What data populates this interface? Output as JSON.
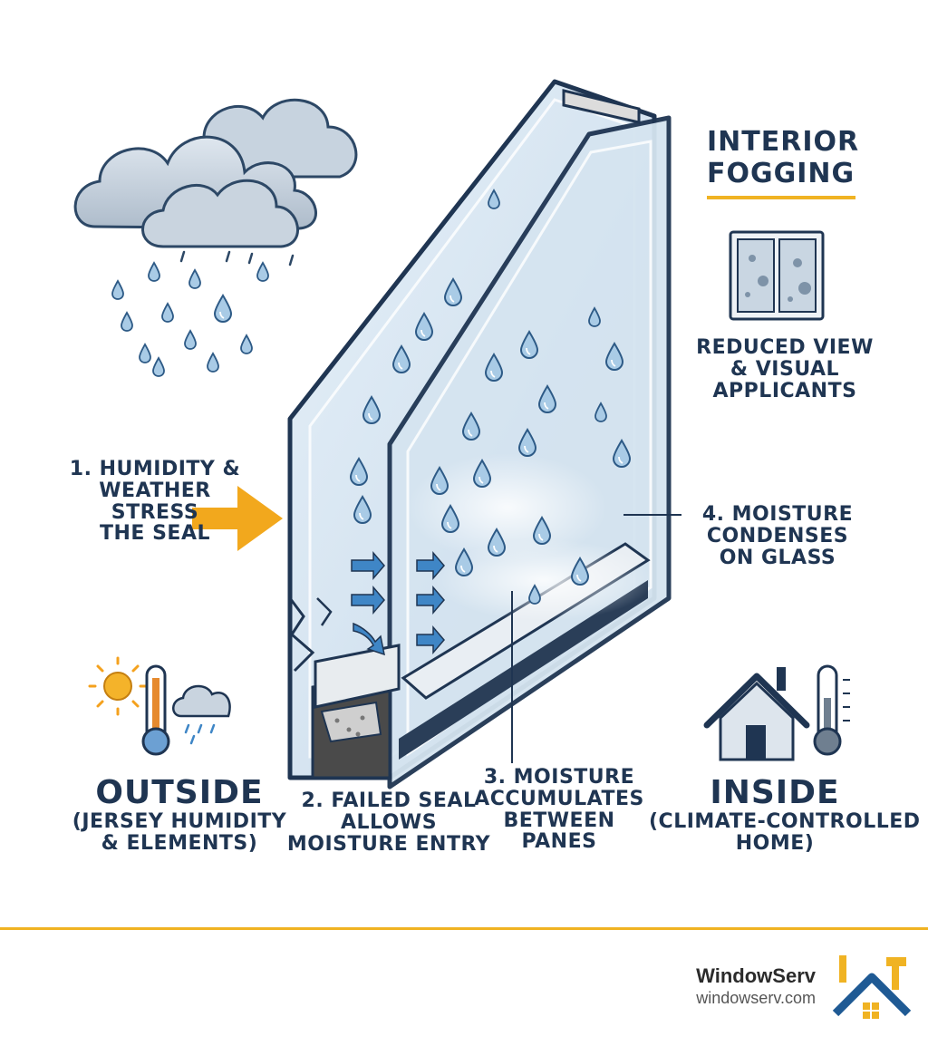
{
  "title": {
    "line1": "INTERIOR",
    "line2": "FOGGING"
  },
  "reduced_view": {
    "line1": "REDUCED VIEW",
    "line2": "& VISUAL",
    "line3": "APPLICANTS"
  },
  "step1": {
    "line1": "1. HUMIDITY &",
    "line2": "WEATHER",
    "line3": "STRESS",
    "line4": "THE SEAL"
  },
  "step2": {
    "line1": "2. FAILED SEAL",
    "line2": "ALLOWS",
    "line3": "MOISTURE ENTRY"
  },
  "step3": {
    "line1": "3. MOISTURE",
    "line2": "ACCUMULATES",
    "line3": "BETWEEN",
    "line4": "PANES"
  },
  "step4": {
    "line1": "4. MOISTURE",
    "line2": "CONDENSES",
    "line3": "ON GLASS"
  },
  "outside": {
    "heading": "OUTSIDE",
    "line1": "(JERSEY HUMIDITY",
    "line2": "& ELEMENTS)"
  },
  "inside": {
    "heading": "INSIDE",
    "line1": "(CLIMATE-CONTROLLED",
    "line2": "HOME)"
  },
  "brand": {
    "name": "WindowServ",
    "url": "windowserv.com"
  },
  "colors": {
    "navy": "#1f3552",
    "accent": "#f0b323",
    "arrow": "#f2a81d",
    "glass": "#cfe0ee",
    "drop": "#a9cbe6"
  }
}
